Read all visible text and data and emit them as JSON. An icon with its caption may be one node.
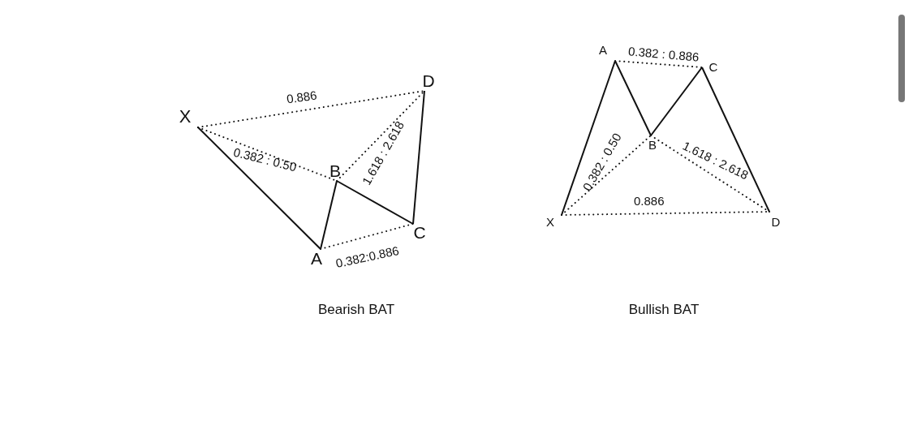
{
  "diagram": {
    "nodes": [
      {
        "text": [
          "X"
        ]
      },
      {
        "text": [
          "A"
        ]
      },
      {
        "text": [
          "B"
        ]
      },
      {
        "text": [
          "C"
        ]
      },
      {
        "text": [
          "D"
        ]
      },
      {
        "text": [
          "X"
        ]
      },
      {
        "text": [
          "A"
        ]
      },
      {
        "text": [
          "B"
        ]
      },
      {
        "text": [
          "C"
        ]
      },
      {
        "text": [
          "D"
        ]
      }
    ],
    "edges": [
      {
        "from": 0,
        "to": 1,
        "arrow": "none"
      },
      {
        "from": 1,
        "to": 2,
        "arrow": "none"
      },
      {
        "from": 2,
        "to": 3,
        "arrow": "none"
      },
      {
        "from": 3,
        "to": 4,
        "arrow": "none"
      },
      {
        "from": 0,
        "to": 4,
        "arrow": "none",
        "style": "dashed",
        "label": "0.886"
      },
      {
        "from": 0,
        "to": 2,
        "arrow": "none",
        "style": "dashed",
        "label": "0.382 : 0.50"
      },
      {
        "from": 2,
        "to": 4,
        "arrow": "none",
        "style": "dashed",
        "label": "1.618 : 2.618"
      },
      {
        "from": 1,
        "to": 3,
        "arrow": "none",
        "style": "dashed",
        "label": "0.382:0.886"
      },
      {
        "from": 5,
        "to": 6,
        "arrow": "none"
      },
      {
        "from": 6,
        "to": 7,
        "arrow": "none"
      },
      {
        "from": 7,
        "to": 8,
        "arrow": "none"
      },
      {
        "from": 8,
        "to": 9,
        "arrow": "none"
      },
      {
        "from": 6,
        "to": 8,
        "arrow": "none",
        "style": "dashed",
        "label": "0.382 : 0.886"
      },
      {
        "from": 5,
        "to": 7,
        "arrow": "none",
        "style": "dashed",
        "label": "0.382 : 0.50"
      },
      {
        "from": 7,
        "to": 9,
        "arrow": "none",
        "style": "dashed",
        "label": "1.618 : 2.618"
      },
      {
        "from": 5,
        "to": 9,
        "arrow": "none",
        "style": "dashed",
        "label": "0.886"
      }
    ],
    "labels": [
      "Bearish BAT",
      "Bullish BAT"
    ]
  }
}
